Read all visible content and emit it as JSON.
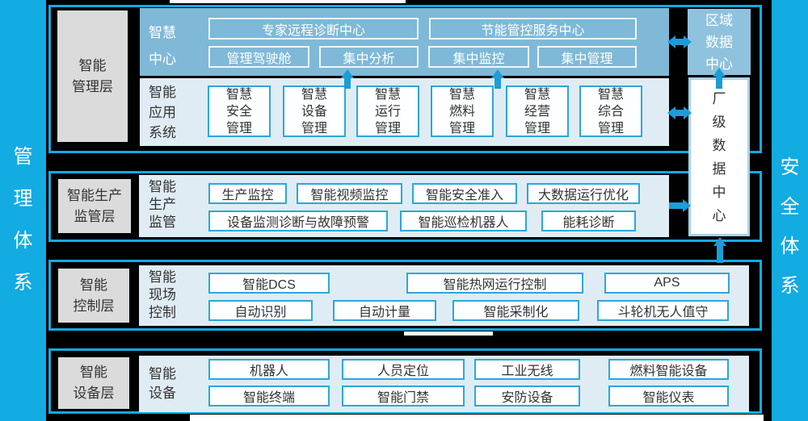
{
  "page": {
    "left_system": "管\n理\n体\n系",
    "right_system": "安\n全\n体\n系"
  },
  "layer1": {
    "title": "智能\n管理层",
    "smart_center": {
      "label": "智慧\n中心",
      "expert_center": "专家远程诊断中心",
      "energy_center": "节能管控服务中心",
      "cockpit": "管理驾驶舱",
      "analysis": "集中分析",
      "monitoring": "集中监控",
      "management": "集中管理"
    },
    "app_system": {
      "label": "智能\n应用\n系统",
      "boxes": [
        "智慧\n安全\n管理",
        "智慧\n设备\n管理",
        "智慧\n运行\n管理",
        "智慧\n燃料\n管理",
        "智慧\n经营\n管理",
        "智慧\n综合\n管理"
      ]
    }
  },
  "layer2": {
    "title": "智能生产\n监管层",
    "label": "智能\n生产\n监管",
    "row1": [
      "生产监控",
      "智能视频监控",
      "智能安全准入",
      "大数据运行优化"
    ],
    "row2": [
      "设备监测诊断与故障预警",
      "智能巡检机器人",
      "能耗诊断"
    ]
  },
  "layer3": {
    "title": "智能\n控制层",
    "label": "智能\n现场\n控制",
    "row1": [
      "智能DCS",
      "智能热网运行控制",
      "APS"
    ],
    "row2": [
      "自动识别",
      "自动计量",
      "智能采制化",
      "斗轮机无人值守"
    ]
  },
  "layer4": {
    "title": "智能\n设备层",
    "label": "智能\n设备",
    "row1": [
      "机器人",
      "人员定位",
      "工业无线",
      "燃料智能设备"
    ],
    "row2": [
      "智能终端",
      "智能门禁",
      "安防设备",
      "智能仪表"
    ]
  },
  "data_centers": {
    "regional": "区域\n数据\n中心",
    "plant": "厂\n级\n数\n据\n中\n心"
  },
  "colors": {
    "cyan_bar": "#12abe2",
    "layer_border": "#12abe2",
    "smart_center_panel": "#7fb9d7",
    "light_panel": "#dfecf4",
    "box_border": "#2ba7db",
    "arrow": "#1c9cd8",
    "regional_dc_bg": "#8fc2dd",
    "gray_label_bg": "#dbdbdb",
    "background": "#000000"
  }
}
